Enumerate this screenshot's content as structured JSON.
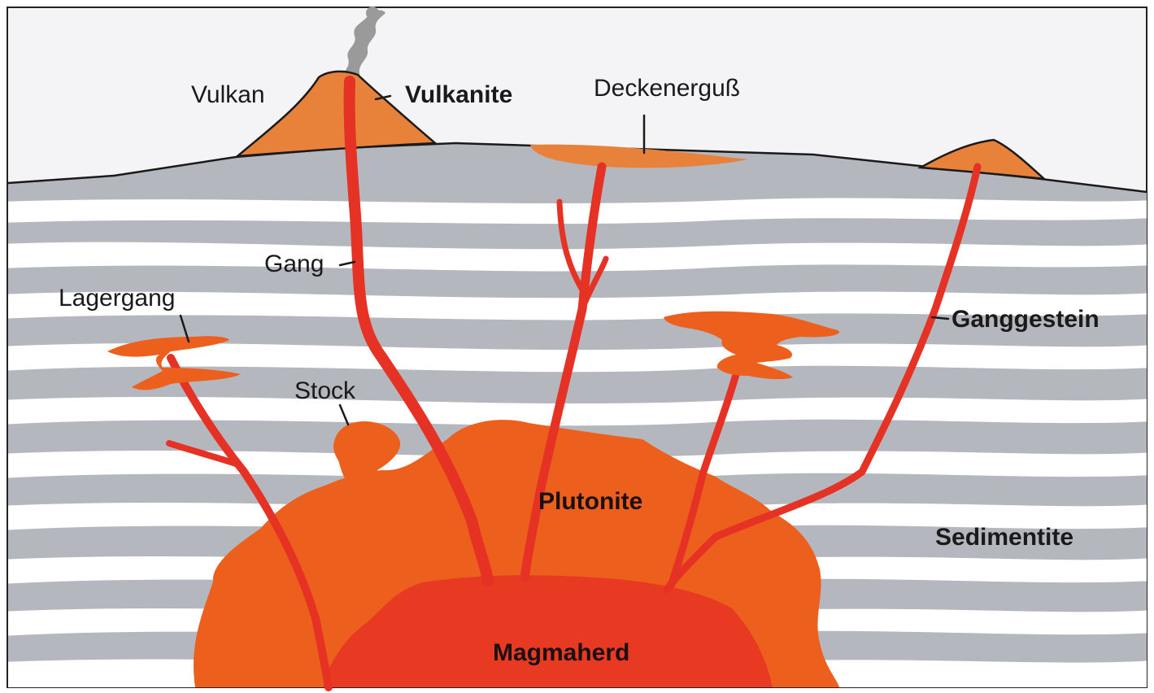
{
  "diagram": {
    "labels": {
      "vulkan": "Vulkan",
      "vulkanite": "Vulkanite",
      "deckenerguss": "Deckenerguß",
      "gang": "Gang",
      "lagergang": "Lagergang",
      "stock": "Stock",
      "ganggestein": "Ganggestein",
      "plutonite": "Plutonite",
      "sedimentite": "Sedimentite",
      "magmaherd": "Magmaherd"
    },
    "colors": {
      "sky": "#f4f4f6",
      "sediment_gray": "#b4b7bd",
      "sediment_white": "#ffffff",
      "volcanic_orange": "#e8823a",
      "pluton_orange": "#ec5f1c",
      "magma_red": "#e83a22",
      "vein_red": "#e53224",
      "smoke": "#9a9a9a",
      "outline": "#1a1a1a"
    }
  }
}
